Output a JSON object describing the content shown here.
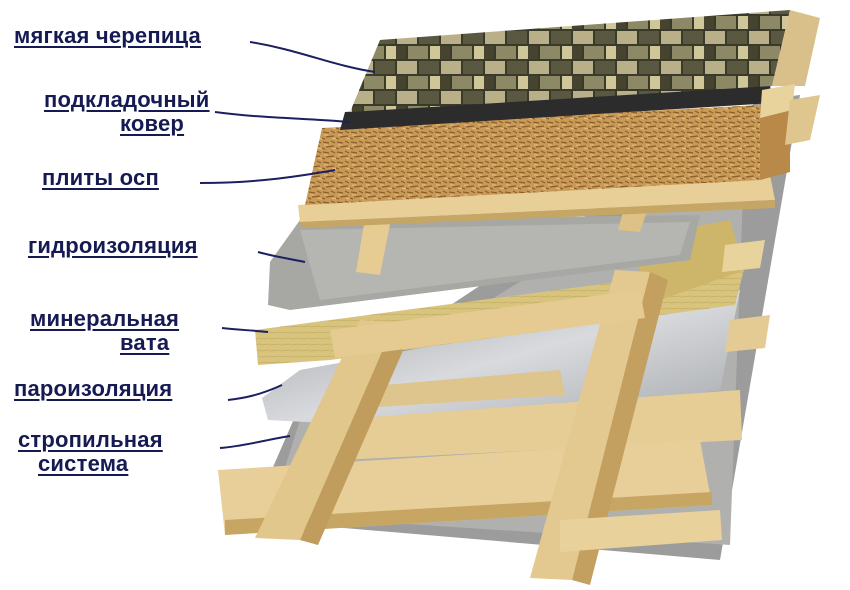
{
  "layers": [
    {
      "id": "shingles",
      "lines": [
        "мягкая черепица"
      ]
    },
    {
      "id": "underlay",
      "lines": [
        "подкладочный",
        "ковер"
      ]
    },
    {
      "id": "osb",
      "lines": [
        "плиты осп"
      ]
    },
    {
      "id": "waterproofing",
      "lines": [
        "гидроизоляция"
      ]
    },
    {
      "id": "mineral-wool",
      "lines": [
        "минеральная",
        "вата"
      ]
    },
    {
      "id": "vapor-barrier",
      "lines": [
        "пароизоляция"
      ]
    },
    {
      "id": "rafters",
      "lines": [
        "стропильная",
        "система"
      ]
    }
  ],
  "colors": {
    "label_text": "#161a52",
    "leader_line": "#1c2060",
    "wood": "#e3c98e",
    "wood_dark": "#c9a865",
    "osb": "#c99a55",
    "wool": "#d9c47e",
    "membrane_grey": "#a9a9a7",
    "vapor_foil": "#b7b9bd",
    "shingle_dark": "#3a3a2a",
    "shingle_light": "#b9b08a"
  }
}
